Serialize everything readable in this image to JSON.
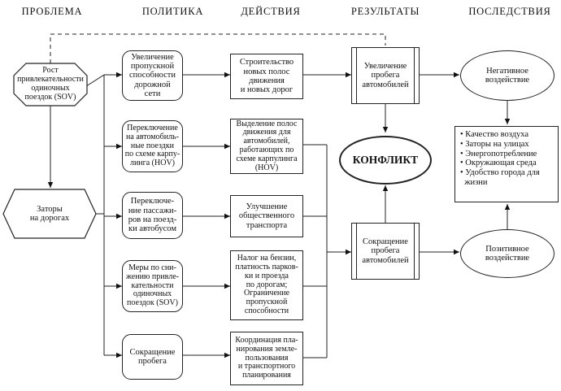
{
  "headers": {
    "problem": "ПРОБЛЕМА",
    "policy": "ПОЛИТИКА",
    "actions": "ДЕЙСТВИЯ",
    "results": "РЕЗУЛЬТАТЫ",
    "consequences": "ПОСЛЕДСТВИЯ"
  },
  "problem": {
    "sov_growth": "Рост\nпривлекательности\nодиночных\nпоездок (SOV)",
    "congestion": "Заторы\nна дорогах"
  },
  "policy": {
    "capacity": "Увеличение\nпропускной\nспособности\nдорожной\nсети",
    "carpool": "Переключение\nна автомобиль-\nные поездки\nпо схеме карпу-\nлинга (HOV)",
    "bus": "Переключе-\nние пассажи-\nров на поезд-\nки автобусом",
    "reduce_sov": "Меры по сни-\nжению привле-\nкательности\nодиночных\nпоездок (SOV)",
    "reduce_trips": "Сокращение\nпробега"
  },
  "actions": {
    "new_lanes": "Строительство\nновых полос\nдвижения\nи новых дорог",
    "hov_lanes": "Выделение полос\nдвижения для\nавтомобилей,\nработающих по\nсхеме карпулинга\n(HOV)",
    "transit": "Улучшение\nобщественного\nтранспорта",
    "pricing": "Налог на бензин,\nплатность парков-\nки и проезда\nпо дорогам;\nОграничение\nпропускной\nспособности",
    "land_use": "Координация пла-\nнирования земле-\nпользования\nи транспортного\nпланирования"
  },
  "results": {
    "increase": "Увеличение\nпробега\nавтомобилей",
    "conflict": "КОНФЛИКТ",
    "decrease": "Сокращение\nпробега\nавтомобилей"
  },
  "consequences": {
    "negative": "Негативное\nвоздействие",
    "positive": "Позитивное\nвоздействие",
    "impacts": [
      "• Качество воздуха",
      "• Заторы на улицах",
      "• Энергопотребление",
      "• Окружающая среда",
      "• Удобство города для",
      "  жизни"
    ]
  }
}
